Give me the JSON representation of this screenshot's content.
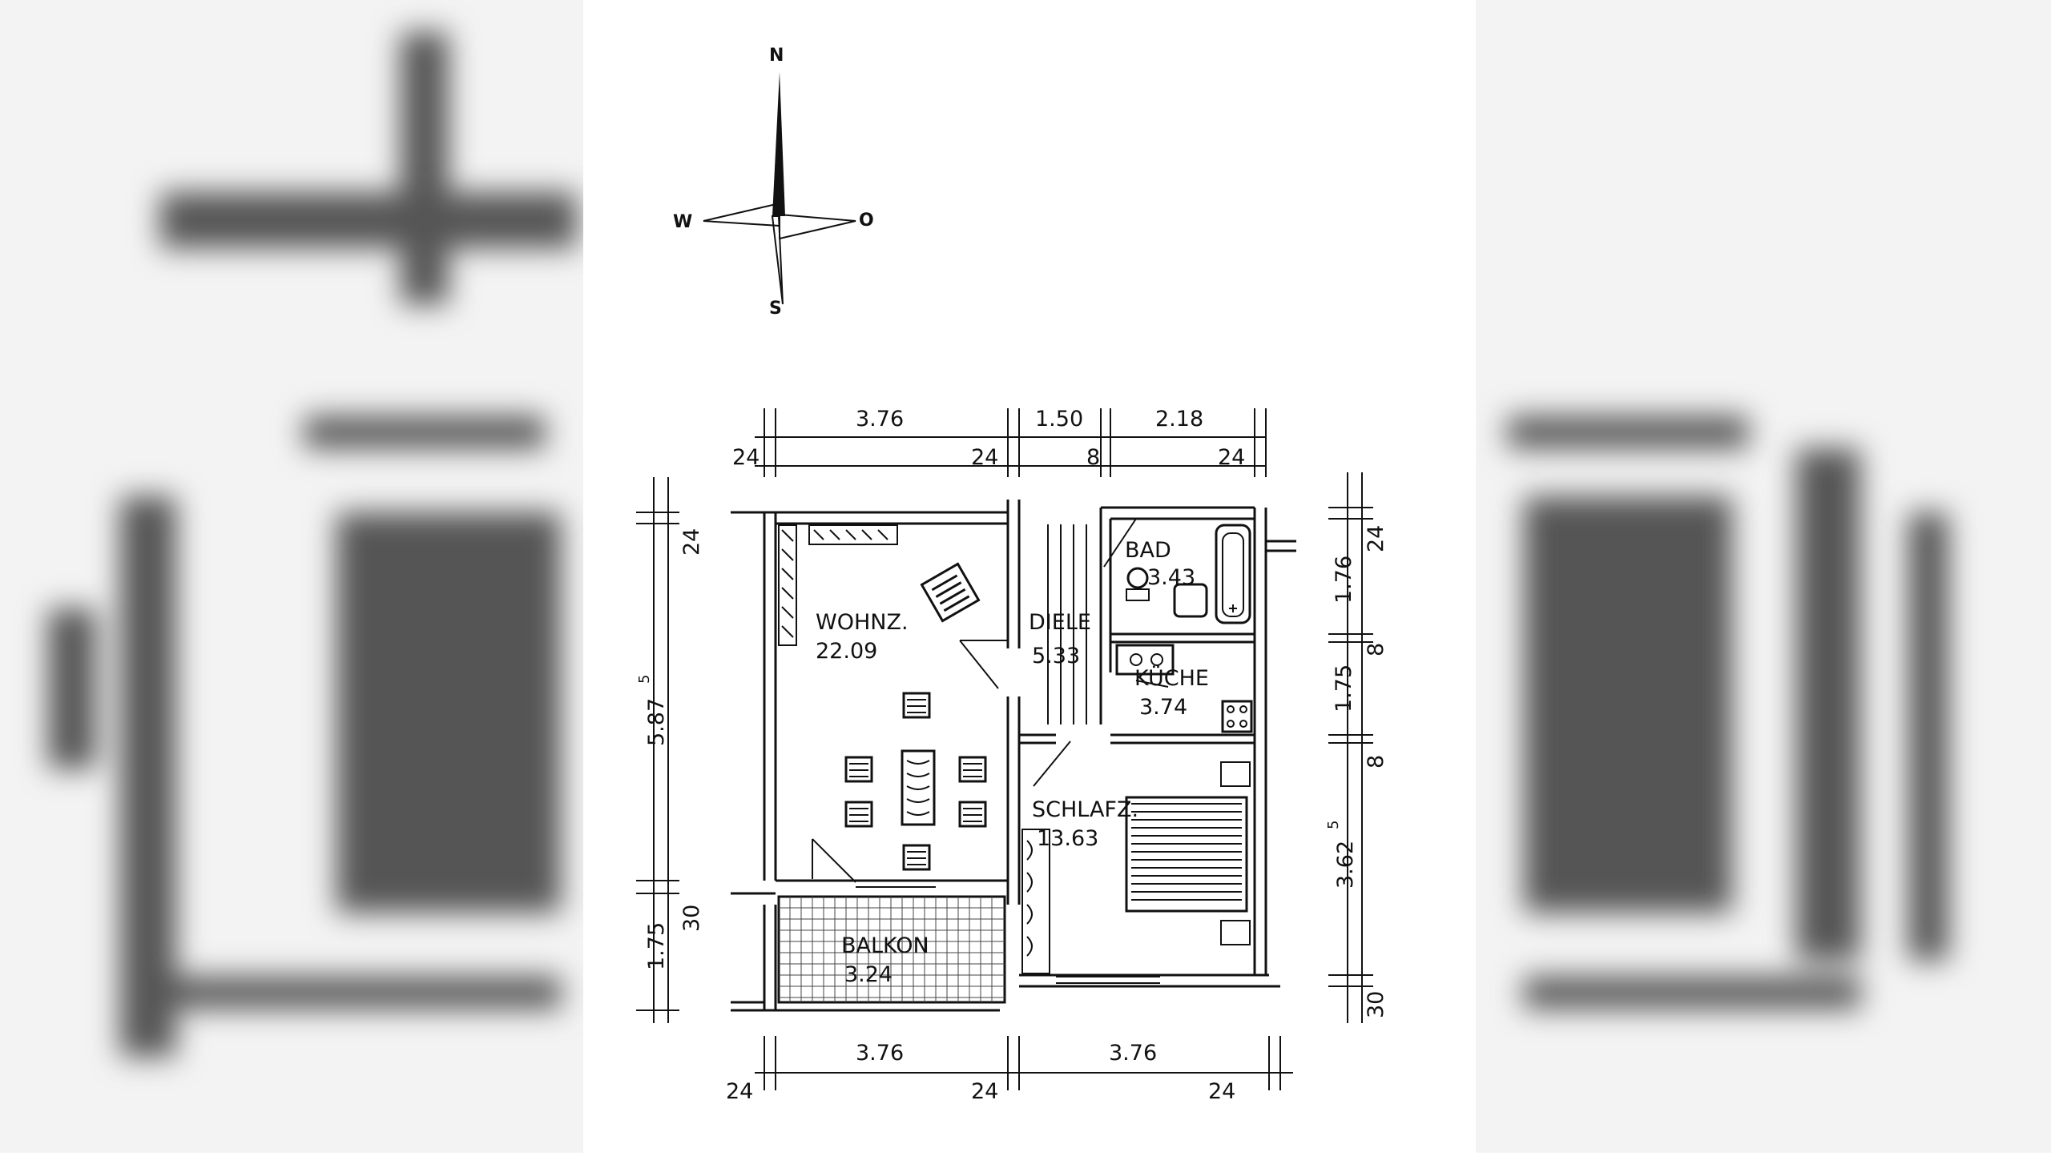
{
  "compass": {
    "n": "N",
    "w": "W",
    "o": "O",
    "s": "S"
  },
  "rooms": {
    "wohnz": {
      "name": "WOHNZ.",
      "area": "22.09"
    },
    "diele": {
      "name": "DIELE",
      "area": "5.33"
    },
    "bad": {
      "name": "BAD",
      "area": "3.43"
    },
    "kueche": {
      "name": "KÜCHE",
      "area": "3.74"
    },
    "schlaf": {
      "name": "SCHLAFZ.",
      "area": "13.63"
    },
    "balkon": {
      "name": "BALKON",
      "area": "3.24"
    }
  },
  "dims_top": {
    "a": "3.76",
    "b": "1.50",
    "c": "2.18",
    "w1": "24",
    "w2": "24",
    "w3": "8",
    "w4": "24"
  },
  "dims_bottom": {
    "a": "3.76",
    "b": "3.76",
    "w1": "24",
    "w2": "24",
    "w3": "24"
  },
  "dims_left": {
    "w1": "24",
    "a": "5.87",
    "a_sup": "5",
    "w2": "30",
    "b": "1.75"
  },
  "dims_right": {
    "w1": "24",
    "a": "1.76",
    "w2": "8",
    "b": "1.75",
    "w3": "8",
    "c": "3.62",
    "c_sup": "5",
    "w4": "30"
  }
}
